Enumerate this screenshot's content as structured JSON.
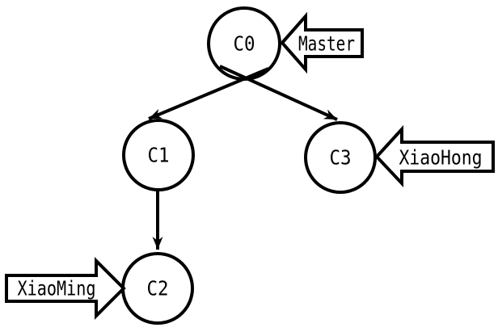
{
  "diagram": {
    "title": "commit-tree-diagram",
    "colors": {
      "background": "#ffffff",
      "stroke": "#000000",
      "shape_fill": "#ffffff",
      "text": "#000000"
    },
    "nodes": [
      {
        "id": "C0",
        "label": "C0"
      },
      {
        "id": "C1",
        "label": "C1"
      },
      {
        "id": "C2",
        "label": "C2"
      },
      {
        "id": "C3",
        "label": "C3"
      }
    ],
    "edges": [
      {
        "from": "C0",
        "to": "C1"
      },
      {
        "from": "C0",
        "to": "C3"
      },
      {
        "from": "C1",
        "to": "C2"
      }
    ],
    "pointers": [
      {
        "label": "Master",
        "target": "C0",
        "direction": "points-left"
      },
      {
        "label": "XiaoHong",
        "target": "C3",
        "direction": "points-left"
      },
      {
        "label": "XiaoMing",
        "target": "C2",
        "direction": "points-right"
      }
    ]
  }
}
